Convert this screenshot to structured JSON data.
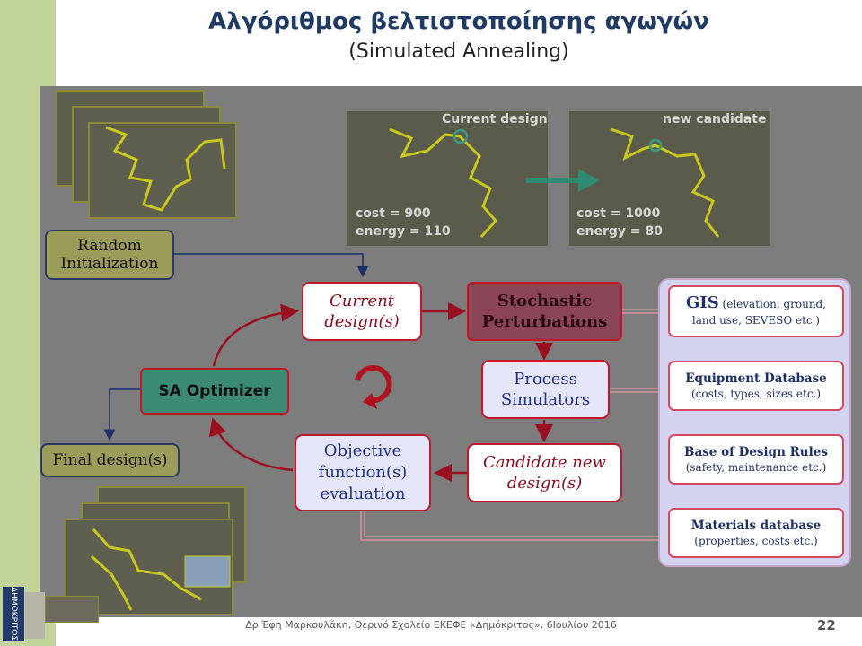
{
  "slide": {
    "title": "Αλγόριθμος βελτιστοποίησης αγωγών",
    "subtitle": "(Simulated Annealing)",
    "footer": "Δρ Έφη Μαρκουλάκη, Θερινό Σχολείο ΕΚΕΦΕ «Δημόκριτος», 6Ιουλίου 2016",
    "page_number": "22",
    "logo_text": "ΔΗΜΟΚΡΙΤΟΣ"
  },
  "screens": {
    "current": {
      "label": "Current design",
      "cost": "cost = 900",
      "energy": "energy = 110"
    },
    "candidate": {
      "label": "new candidate",
      "cost": "cost = 1000",
      "energy": "energy = 80"
    }
  },
  "nodes": {
    "random_init": [
      "Random",
      "Initialization"
    ],
    "current_design": [
      "Current",
      "design(s)"
    ],
    "stochastic": [
      "Stochastic",
      "Perturbations"
    ],
    "process_sim": [
      "Process",
      "Simulators"
    ],
    "candidate_new": [
      "Candidate new",
      "design(s)"
    ],
    "objective": [
      "Objective",
      "function(s)",
      "evaluation"
    ],
    "sa_optimizer": "SA Optimizer",
    "final_design": "Final design(s)"
  },
  "databases": {
    "gis": {
      "title": "GIS",
      "title_rest": " (elevation, ground,",
      "line2": "land use, SEVESO etc.)"
    },
    "equipment": {
      "title": "Equipment Database",
      "sub": "(costs, types, sizes etc.)"
    },
    "design_rules": {
      "title": "Base of Design Rules",
      "sub": "(safety, maintenance etc.)"
    },
    "materials": {
      "title": "Materials database",
      "sub": "(properties, costs etc.)"
    }
  },
  "colors": {
    "accent_red": "#c2182b",
    "navy": "#1f3a64",
    "teal_arrow": "#2e8a70",
    "pipeline_yellow": "#c8c81e"
  }
}
